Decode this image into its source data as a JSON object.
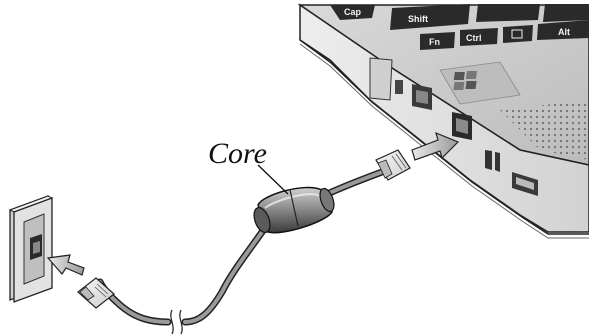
{
  "callout": {
    "core_label": "Core"
  },
  "keyboard": {
    "keys": [
      "Cap",
      "Shift",
      "Fn",
      "Ctrl",
      "Alt"
    ]
  }
}
